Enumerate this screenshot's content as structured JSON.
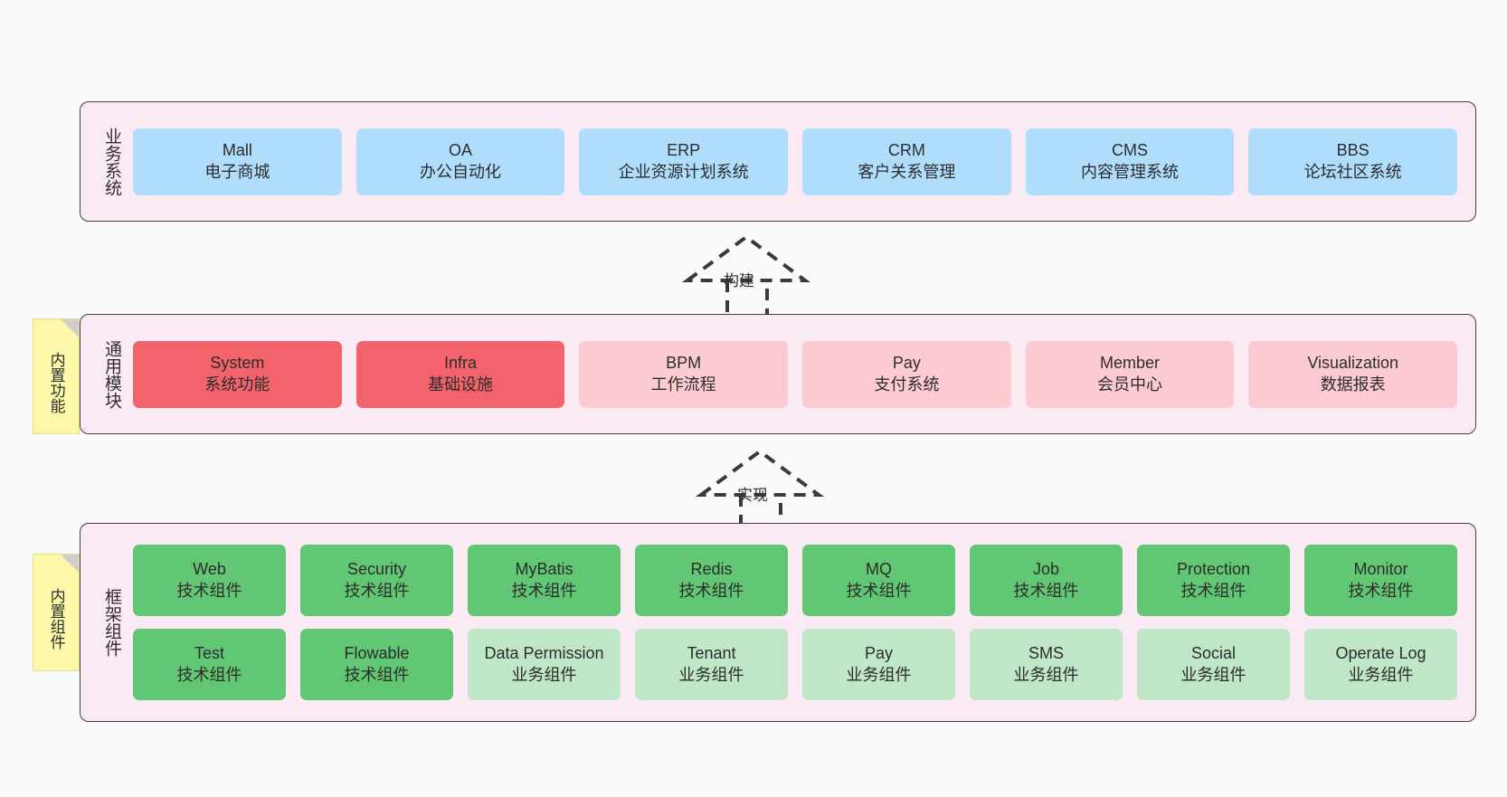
{
  "diagram": {
    "background_color": "#FAFAFA",
    "layer_fill": "#FAEAF4",
    "layer_border": "#4A3B43",
    "note_color": "#FCF8A8"
  },
  "layers": [
    {
      "id": "business",
      "title": "业务系统",
      "rows": [
        {
          "cards": [
            {
              "name": "Mall",
              "sub": "电子商城",
              "color": "#B0DDFC",
              "variant": "c-blue"
            },
            {
              "name": "OA",
              "sub": "办公自动化",
              "color": "#B0DDFC",
              "variant": "c-blue"
            },
            {
              "name": "ERP",
              "sub": "企业资源计划系统",
              "color": "#B0DDFC",
              "variant": "c-blue"
            },
            {
              "name": "CRM",
              "sub": "客户关系管理",
              "color": "#B0DDFC",
              "variant": "c-blue"
            },
            {
              "name": "CMS",
              "sub": "内容管理系统",
              "color": "#B0DDFC",
              "variant": "c-blue"
            },
            {
              "name": "BBS",
              "sub": "论坛社区系统",
              "color": "#B0DDFC",
              "variant": "c-blue"
            }
          ]
        }
      ]
    },
    {
      "id": "common",
      "title": "通用模块",
      "note": "内置功能",
      "rows": [
        {
          "cards": [
            {
              "name": "System",
              "sub": "系统功能",
              "color": "#F2636B",
              "variant": "c-red"
            },
            {
              "name": "Infra",
              "sub": "基础设施",
              "color": "#F2636B",
              "variant": "c-red"
            },
            {
              "name": "BPM",
              "sub": "工作流程",
              "color": "#FCCBD2",
              "variant": "c-pink"
            },
            {
              "name": "Pay",
              "sub": "支付系统",
              "color": "#FCCBD2",
              "variant": "c-pink"
            },
            {
              "name": "Member",
              "sub": "会员中心",
              "color": "#FCCBD2",
              "variant": "c-pink"
            },
            {
              "name": "Visualization",
              "sub": "数据报表",
              "color": "#FCCBD2",
              "variant": "c-pink"
            }
          ]
        }
      ]
    },
    {
      "id": "framework",
      "title": "框架组件",
      "note": "内置组件",
      "rows": [
        {
          "cards": [
            {
              "name": "Web",
              "sub": "技术组件",
              "color": "#62C775",
              "variant": "c-green"
            },
            {
              "name": "Security",
              "sub": "技术组件",
              "color": "#62C775",
              "variant": "c-green"
            },
            {
              "name": "MyBatis",
              "sub": "技术组件",
              "color": "#62C775",
              "variant": "c-green"
            },
            {
              "name": "Redis",
              "sub": "技术组件",
              "color": "#62C775",
              "variant": "c-green"
            },
            {
              "name": "MQ",
              "sub": "技术组件",
              "color": "#62C775",
              "variant": "c-green"
            },
            {
              "name": "Job",
              "sub": "技术组件",
              "color": "#62C775",
              "variant": "c-green"
            },
            {
              "name": "Protection",
              "sub": "技术组件",
              "color": "#62C775",
              "variant": "c-green"
            },
            {
              "name": "Monitor",
              "sub": "技术组件",
              "color": "#62C775",
              "variant": "c-green"
            }
          ]
        },
        {
          "cards": [
            {
              "name": "Test",
              "sub": "技术组件",
              "color": "#62C775",
              "variant": "c-green"
            },
            {
              "name": "Flowable",
              "sub": "技术组件",
              "color": "#62C775",
              "variant": "c-green"
            },
            {
              "name": "Data Permission",
              "sub": "业务组件",
              "color": "#BFE6C6",
              "variant": "c-lightgreen"
            },
            {
              "name": "Tenant",
              "sub": "业务组件",
              "color": "#BFE6C6",
              "variant": "c-lightgreen"
            },
            {
              "name": "Pay",
              "sub": "业务组件",
              "color": "#BFE6C6",
              "variant": "c-lightgreen"
            },
            {
              "name": "SMS",
              "sub": "业务组件",
              "color": "#BFE6C6",
              "variant": "c-lightgreen"
            },
            {
              "name": "Social",
              "sub": "业务组件",
              "color": "#BFE6C6",
              "variant": "c-lightgreen"
            },
            {
              "name": "Operate Log",
              "sub": "业务组件",
              "color": "#BFE6C6",
              "variant": "c-lightgreen"
            }
          ]
        }
      ]
    }
  ],
  "connectors": [
    {
      "id": "build",
      "label": "构建",
      "style": "dashed-generalization-up"
    },
    {
      "id": "realize",
      "label": "实现",
      "style": "dashed-generalization-up"
    }
  ]
}
